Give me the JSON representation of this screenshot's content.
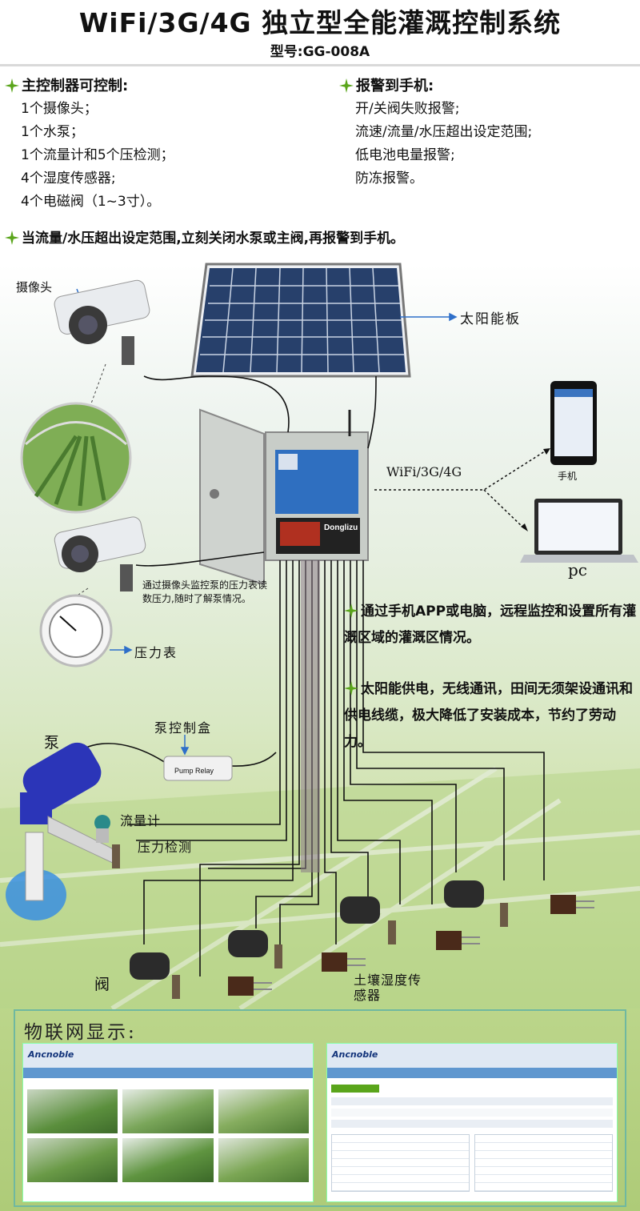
{
  "header": {
    "title": "WiFi/3G/4G 独立型全能灌溉控制系统",
    "model": "型号:GG-008A"
  },
  "controller": {
    "heading": "主控制器可控制:",
    "items": [
      "1个摄像头；",
      "1个水泵；",
      "1个流量计和5个压检测；",
      "4个湿度传感器;",
      "4个电磁阀（1~3寸）。"
    ]
  },
  "alarm": {
    "heading": "报警到手机:",
    "items": [
      "开/关阀失败报警;",
      "流速/流量/水压超出设定范围;",
      "低电池电量报警;",
      "防冻报警。"
    ]
  },
  "summary": "当流量/水压超出设定范围,立刻关闭水泵或主阀,再报警到手机。",
  "labels": {
    "camera": "摄像头",
    "solar": "太阳能板",
    "wireless": "WiFi/3G/4G",
    "phone": "手机",
    "pc": "pc",
    "camera_note": "通过摄像头监控泵的压力表读数压力,随时了解泵情况。",
    "gauge": "压力表",
    "pump_box": "泵控制盒",
    "pump": "泵",
    "relay": "Pump Relay",
    "flow": "流量计",
    "pressure": "压力检测",
    "valve": "阀",
    "soil_sensor": "土壤湿度传感器",
    "battery_brand": "Donglizu"
  },
  "remote_note": "通过手机APP或电脑，远程监控和设置所有灌溉区域的灌溉区情况。",
  "solar_note": "太阳能供电，无线通讯，田间无须架设通讯和供电线缆，极大降低了安装成本，节约了劳动力。",
  "iot": {
    "heading": "物联网显示:",
    "brand": "Ancnoble"
  },
  "colors": {
    "accent": "#5aa51b",
    "wire": "#111111",
    "blue": "#2e6fc9",
    "panel": "#27406b"
  }
}
